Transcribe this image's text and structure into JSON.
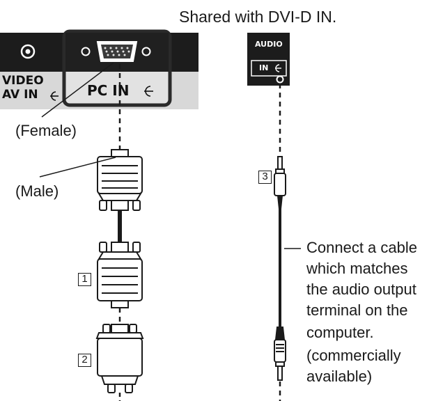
{
  "header_note": "Shared with DVI-D IN.",
  "panel": {
    "video_label_1": "VIDEO",
    "video_label_2": "AV IN",
    "pc_label": "PC IN",
    "audio_label": "AUDIO",
    "audio_in_label": "IN"
  },
  "labels": {
    "female": "(Female)",
    "male": "(Male)",
    "item_1": "1",
    "item_2": "2",
    "item_3": "3"
  },
  "note": {
    "lines": [
      "Connect a cable",
      "which matches",
      "the audio output",
      "terminal on the",
      "computer.",
      "(commercially",
      "available)"
    ]
  },
  "colors": {
    "panel_dark": "#1c1c1c",
    "panel_light": "#d8d8d8",
    "line": "#1a1a1a"
  }
}
